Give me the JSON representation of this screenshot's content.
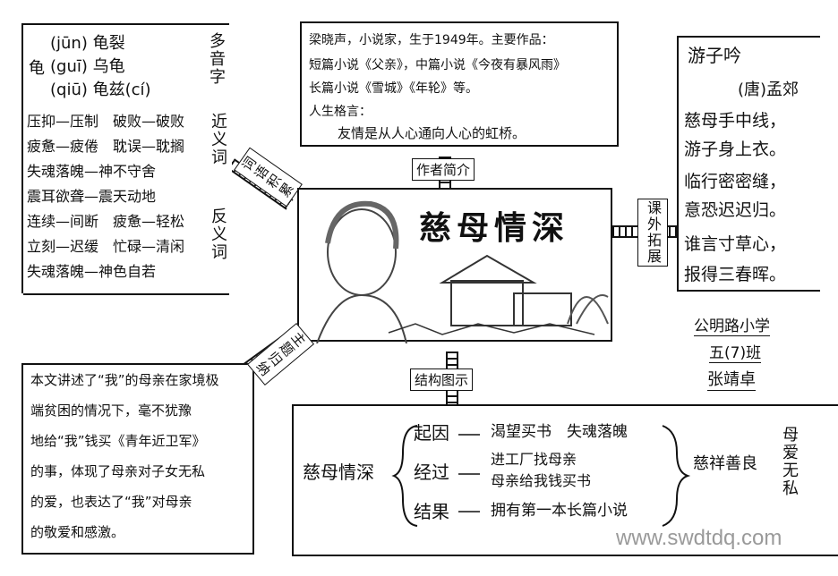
{
  "center": {
    "title": "慈母情深"
  },
  "vocab": {
    "char": "龟",
    "readings": [
      {
        "pinyin": "(jūn)",
        "word": "龟裂"
      },
      {
        "pinyin": "(guī)",
        "word": "乌龟"
      },
      {
        "pinyin": "(qiū)",
        "word": "龟兹(cí)"
      }
    ],
    "heading_polyphone": "多音字",
    "synonyms": [
      "压抑—压制",
      "破败—破败"
    ],
    "pairs": [
      "压抑—压制　破败—破败",
      "疲惫—疲倦　耽误—耽搁",
      "失魂落魄—神不守舍",
      "震耳欲聋—震天动地",
      "连续—间断　疲惫—轻松",
      "立刻—迟缓　忙碌—清闲",
      "失魂落魄—神色自若"
    ],
    "heading_near": "近义词",
    "heading_anti": "反义词",
    "tag": "词语积累"
  },
  "author": {
    "lines": [
      "梁晓声，小说家，生于1949年。主要作品：",
      "短篇小说《父亲》，中篇小说《今夜有暴风雨》",
      "长篇小说《雪城》《年轮》等。",
      "人生格言：",
      "友情是从人心通向人心的虹桥。"
    ],
    "tag": "作者简介"
  },
  "poem": {
    "title": "游子吟",
    "author": "(唐)孟郊",
    "lines": [
      "慈母手中线，",
      "游子身上衣。",
      "临行密密缝，",
      "意恐迟迟归。",
      "谁言寸草心，",
      "报得三春晖。"
    ],
    "tag": "课外拓展"
  },
  "school": {
    "lines": [
      "公明路小学",
      "五(7)班",
      "张靖卓"
    ]
  },
  "summary": {
    "text": [
      "本文讲述了“我”的母亲在家境极",
      "端贫困的情况下，毫不犹豫",
      "地给“我”钱买《青年近卫军》",
      "的事，体现了母亲对子女无私",
      "的爱，也表达了“我”对母亲",
      "的敬爱和感激。"
    ],
    "tag": "主题归纳"
  },
  "structure": {
    "tag": "结构图示",
    "root": "慈母情深",
    "rows": [
      {
        "k": "起因",
        "v": "渴望买书　失魂落魄"
      },
      {
        "k": "经过",
        "v": "进工厂找母亲"
      },
      {
        "k": "",
        "v": "母亲给我钱买书"
      },
      {
        "k": "结果",
        "v": "拥有第一本长篇小说"
      }
    ],
    "right": "慈祥善良",
    "vertical": "母爱无私"
  },
  "watermark": "www.swdtdq.com"
}
